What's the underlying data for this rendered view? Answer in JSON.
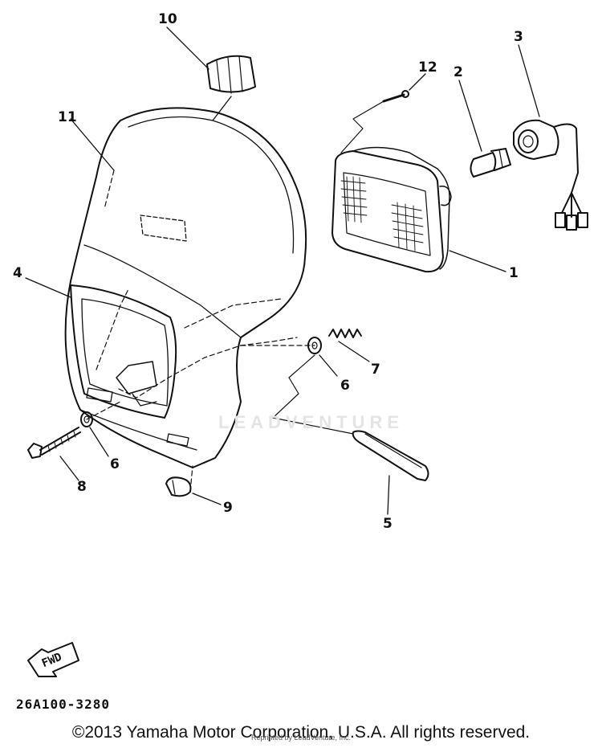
{
  "callouts": {
    "c1": "1",
    "c2": "2",
    "c3": "3",
    "c4": "4",
    "c5": "5",
    "c6a": "6",
    "c6b": "6",
    "c7": "7",
    "c8": "8",
    "c9": "9",
    "c10": "10",
    "c11": "11",
    "c12": "12"
  },
  "watermark": "LEADVENTURE",
  "fwd_label": "FWD",
  "diagram_code": "26A100-3280",
  "copyright": "©2013 Yamaha Motor Corporation, U.S.A. All rights reserved.",
  "reprint_note": "Reprinted by LeadVenture, Inc."
}
